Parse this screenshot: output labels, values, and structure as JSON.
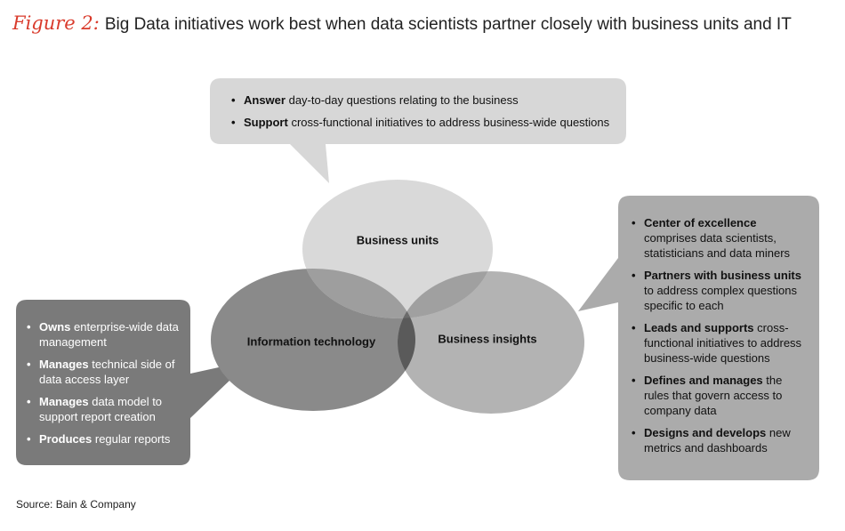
{
  "title": {
    "figure_label": "Figure 2:",
    "text": "Big Data initiatives work best when data scientists partner closely with business units and IT"
  },
  "circles": {
    "business_units": "Business units",
    "information_technology": "Information technology",
    "business_insights": "Business insights"
  },
  "callouts": {
    "top": [
      {
        "bold": "Answer",
        "rest": "day-to-day questions relating to the business"
      },
      {
        "bold": "Support",
        "rest": "cross-functional initiatives to address business-wide questions"
      }
    ],
    "left": [
      {
        "bold": "Owns",
        "rest": "enterprise-wide data management"
      },
      {
        "bold": "Manages",
        "rest": "technical side of data access layer"
      },
      {
        "bold": "Manages",
        "rest": "data model to support report creation"
      },
      {
        "bold": "Produces",
        "rest": "regular reports"
      }
    ],
    "right": [
      {
        "bold": "Center of excellence",
        "rest": "comprises data scientists, statisticians and data miners"
      },
      {
        "bold": "Partners with business units",
        "rest": "to address complex questions specific to each"
      },
      {
        "bold": "Leads and supports",
        "rest": "cross-functional initiatives to address business-wide questions"
      },
      {
        "bold": "Defines and manages",
        "rest": "the rules that govern access to company data"
      },
      {
        "bold": "Designs and develops",
        "rest": "new metrics and dashboards"
      }
    ]
  },
  "source": "Source: Bain & Company",
  "colors": {
    "title_accent": "#d93b2c",
    "top_callout": "#d7d7d7",
    "left_callout": "#7a7a7a",
    "right_callout": "#ababab",
    "circle_business_units": "#d9d9d9",
    "circle_information_technology": "#8a8a8a",
    "circle_business_insights": "#b3b3b3",
    "overlap_center": "#5a5a5a"
  }
}
